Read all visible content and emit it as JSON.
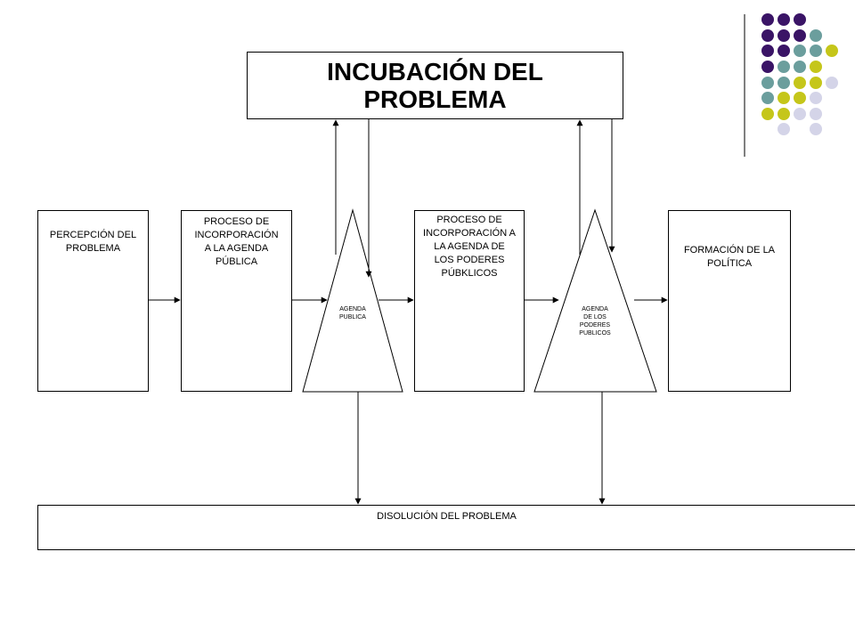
{
  "diagram": {
    "title": "INCUBACIÓN DEL\nPROBLEMA",
    "nodes": [
      {
        "id": "percepcion",
        "label": "PERCEPCIÓN DEL\nPROBLEMA"
      },
      {
        "id": "proceso-publica",
        "label": "PROCESO  DE\nINCORPORACIÓN\nA LA AGENDA\nPÚBLICA"
      },
      {
        "id": "proceso-poderes",
        "label": "PROCESO DE\nINCORPORACIÓN A\nLA AGENDA DE\nLOS PODERES\nPÚBKLICOS"
      },
      {
        "id": "formacion",
        "label": "FORMACIÓN  DE LA\nPOLÍTICA"
      }
    ],
    "triangles": [
      {
        "id": "agenda-publica",
        "label": "AGENDA\nPUBLICA"
      },
      {
        "id": "agenda-poderes",
        "label": "AGENDA\nDE LOS\nPODERES\nPUBLICOS"
      }
    ],
    "bottom": "DISOLUCIÓN DEL PROBLEMA"
  },
  "decoration": {
    "colors": {
      "purple": "#3a1466",
      "teal": "#6b9e9d",
      "olive": "#c5c61a",
      "lavender": "#d4d4e8"
    }
  }
}
